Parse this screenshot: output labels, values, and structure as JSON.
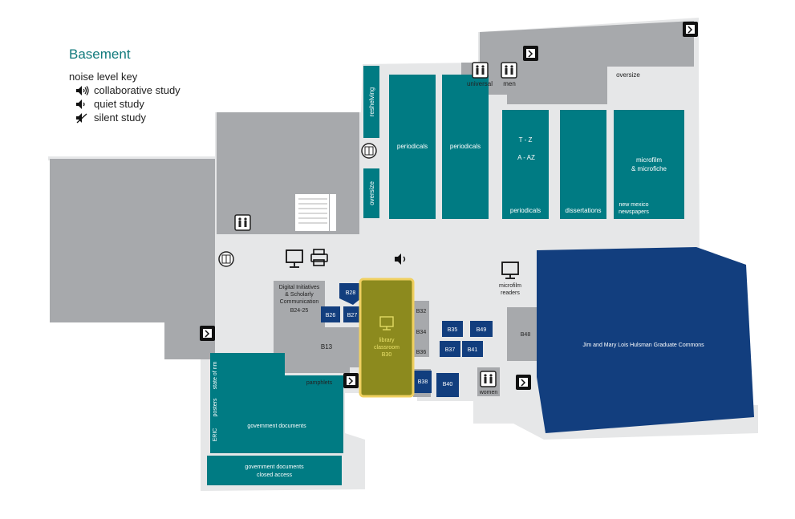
{
  "legend": {
    "title": "Basement",
    "subtitle": "noise level key",
    "items": [
      {
        "label": "collaborative study",
        "icon": "speaker-loud-icon"
      },
      {
        "label": "quiet study",
        "icon": "speaker-quiet-icon"
      },
      {
        "label": "silent study",
        "icon": "speaker-muted-icon"
      }
    ]
  },
  "areas": {
    "reshelving": "reshelving",
    "oversize_left": "oversize",
    "periodicals_1": "periodicals",
    "periodicals_2": "periodicals",
    "tz": "T - Z",
    "aaz": "A - AZ",
    "periodicals_3": "periodicals",
    "dissertations": "dissertations",
    "microfilm": "microfilm",
    "microfiche": "& microfiche",
    "nm_newspapers_1": "new mexico",
    "nm_newspapers_2": "newspapers",
    "oversize_top": "oversize",
    "universal": "universal",
    "men": "men",
    "women": "women",
    "digital_1": "Digital Initiatives",
    "digital_2": "& Scholarly",
    "digital_3": "Communication",
    "digital_4": "B24-25",
    "b13": "B13",
    "b26": "B26",
    "b27": "B27",
    "b28": "B28",
    "classroom_1": "library",
    "classroom_2": "classroom",
    "classroom_3": "B30",
    "b32": "B32",
    "b34": "B34",
    "b36": "B36",
    "b35": "B35",
    "b49": "B49",
    "b37": "B37",
    "b41": "B41",
    "b38": "B38",
    "b40": "B40",
    "b48": "B48",
    "microfilm_readers_1": "microfilm",
    "microfilm_readers_2": "readers",
    "commons": "Jim and Mary Lois Hulsman Graduate Commons",
    "pamphlets": "pamphlets",
    "gov_docs": "government documents",
    "gov_closed_1": "government documents",
    "gov_closed_2": "closed access",
    "eric": "ERIC",
    "posters": "posters",
    "state_of_nm": "state of nm"
  },
  "colors": {
    "teal": "#007b83",
    "navy": "#123e7e",
    "gray": "#a7a9ac",
    "floor": "#e6e7e8",
    "highlight": "#8c8a1e",
    "highlight_border": "#f0d060",
    "legend_title": "#117a7c"
  }
}
